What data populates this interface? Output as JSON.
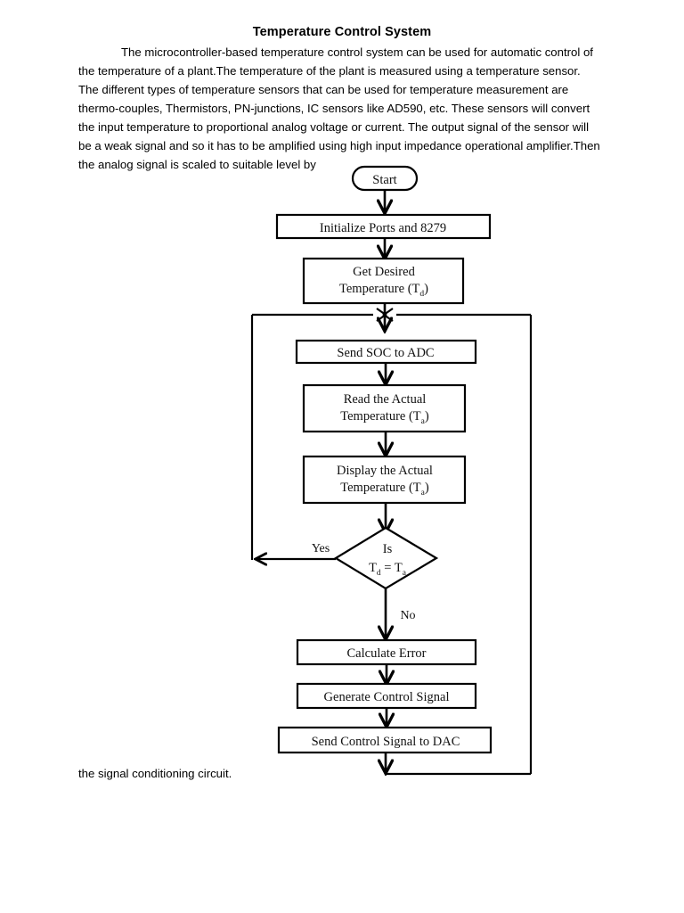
{
  "document": {
    "title": "Temperature Control System",
    "paragraph": "The microcontroller-based temperature control system can be used for automatic control of the temperature of a plant.The temperature of the plant is measured using a temperature sensor. The different types of temperature sensors that can be used for temperature measurement are thermo-couples, Thermistors, PN-junctions, IC sensors like AD590, etc. These sensors will convert the input temperature to proportional analog voltage or current. The output signal of the sensor will be a weak signal and so it has to be amplified using high input impedance operational amplifier.Then the analog signal is scaled to suitable level by",
    "closing_line": "the signal conditioning circuit."
  },
  "flowchart": {
    "start": {
      "label": "Start",
      "shape": "terminator"
    },
    "nodes": [
      {
        "id": "init",
        "label": "Initialize Ports and 8279",
        "shape": "process"
      },
      {
        "id": "get_td",
        "line1": "Get Desired",
        "line2": "Temperature (T",
        "sub": "d",
        "line2_end": ")",
        "shape": "process"
      },
      {
        "id": "soc",
        "label": "Send SOC to ADC",
        "shape": "process"
      },
      {
        "id": "read_ta",
        "line1": "Read the Actual",
        "line2": "Temperature (T",
        "sub": "a",
        "line2_end": ")",
        "shape": "process"
      },
      {
        "id": "disp_ta",
        "line1": "Display the Actual",
        "line2": "Temperature (T",
        "sub": "a",
        "line2_end": ")",
        "shape": "process"
      },
      {
        "id": "calc",
        "label": "Calculate Error",
        "shape": "process"
      },
      {
        "id": "gen",
        "label": "Generate Control Signal",
        "shape": "process"
      },
      {
        "id": "dac",
        "label": "Send Control Signal to DAC",
        "shape": "process"
      }
    ],
    "decision": {
      "id": "compare",
      "line1": "Is",
      "expr_lhs": "T",
      "expr_lhs_sub": "d",
      "expr_op": "=",
      "expr_rhs": "T",
      "expr_rhs_sub": "a",
      "shape": "diamond"
    },
    "branches": {
      "yes": "Yes",
      "no": "No"
    },
    "colors": {
      "stroke": "#000000",
      "fill": "#ffffff",
      "text": "#111111"
    }
  }
}
